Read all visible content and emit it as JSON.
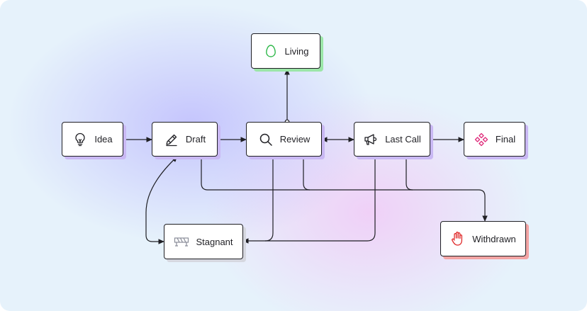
{
  "nodes": {
    "idea": {
      "label": "Idea",
      "icon": "lightbulb-icon"
    },
    "draft": {
      "label": "Draft",
      "icon": "pencil-icon"
    },
    "review": {
      "label": "Review",
      "icon": "magnifier-icon"
    },
    "last_call": {
      "label": "Last Call",
      "icon": "megaphone-icon"
    },
    "final": {
      "label": "Final",
      "icon": "diamond-cluster-icon"
    },
    "living": {
      "label": "Living",
      "icon": "egg-icon"
    },
    "stagnant": {
      "label": "Stagnant",
      "icon": "barrier-icon"
    },
    "withdrawn": {
      "label": "Withdrawn",
      "icon": "hand-icon"
    }
  },
  "edges": [
    {
      "from": "Idea",
      "to": "Draft"
    },
    {
      "from": "Draft",
      "to": "Review"
    },
    {
      "from": "Review",
      "to": "Last Call",
      "bidirectional": true
    },
    {
      "from": "Last Call",
      "to": "Final"
    },
    {
      "from": "Review",
      "to": "Living"
    },
    {
      "from": "Draft",
      "to": "Withdrawn"
    },
    {
      "from": "Review",
      "to": "Withdrawn"
    },
    {
      "from": "Last Call",
      "to": "Withdrawn"
    },
    {
      "from": "Draft",
      "to": "Stagnant",
      "bidirectional": true
    },
    {
      "from": "Review",
      "to": "Stagnant"
    },
    {
      "from": "Last Call",
      "to": "Stagnant"
    }
  ],
  "colors": {
    "ink": "#1f1f24",
    "default_shadow": "#c9b8f3",
    "living_shadow": "#9be6a8",
    "withdrawn_shadow": "#f3a4a4",
    "stagnant_shadow": "#d5d7df",
    "living_icon": "#2fb84a",
    "final_icon": "#e0327f",
    "withdrawn_icon": "#e02a2a"
  }
}
